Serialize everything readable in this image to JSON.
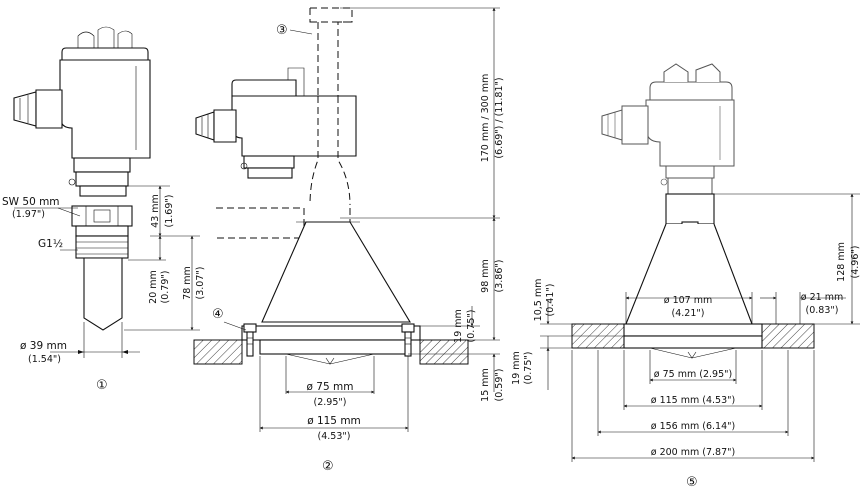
{
  "callouts": {
    "c1": "①",
    "c2": "②",
    "c3": "③",
    "c4": "④",
    "c5": "⑤"
  },
  "view1": {
    "sw_mm": "SW 50 mm",
    "sw_in": "(1.97\")",
    "thread": "G1½",
    "h43_mm": "43 mm",
    "h43_in": "(1.69\")",
    "h20_mm": "20 mm",
    "h20_in": "(0.79\")",
    "h78_mm": "78 mm",
    "h78_in": "(3.07\")",
    "d39_mm": "ø 39 mm",
    "d39_in": "(1.54\")"
  },
  "view2": {
    "ext_mm": "170 mm / 300 mm",
    "ext_in": "(6.69\") / (11.81\")",
    "h98_mm": "98 mm",
    "h98_in": "(3.86\")",
    "h19_mm": "19 mm",
    "h19_in": "(0.75\")",
    "h15_mm": "15 mm",
    "h15_in": "(0.59\")",
    "d75_mm": "ø 75 mm",
    "d75_in": "(2.95\")",
    "d115_mm": "ø 115 mm",
    "d115_in": "(4.53\")"
  },
  "view5": {
    "h128_mm": "128 mm",
    "h128_in": "(4.96\")",
    "h105_mm": "10,5 mm",
    "h105_in": "(0.41\")",
    "h19_mm": "19 mm",
    "h19_in": "(0.75\")",
    "d107_mm": "ø 107 mm",
    "d107_in": "(4.21\")",
    "d21_mm": "ø 21 mm",
    "d21_in": "(0.83\")",
    "d75": "ø 75 mm (2.95\")",
    "d115": "ø 115 mm (4.53\")",
    "d156": "ø 156 mm (6.14\")",
    "d200": "ø 200 mm (7.87\")"
  }
}
